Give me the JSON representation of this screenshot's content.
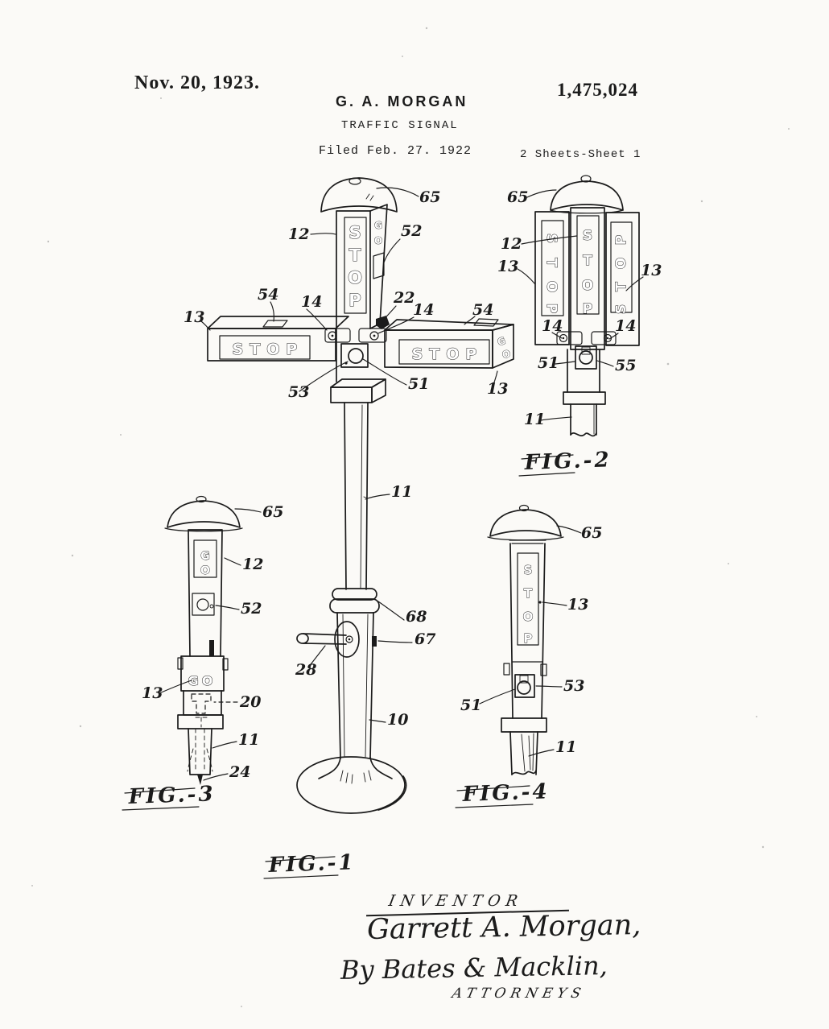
{
  "header": {
    "date": "Nov. 20, 1923.",
    "patent_number": "1,475,024",
    "inventor_name": "G. A. MORGAN",
    "invention_title": "TRAFFIC SIGNAL",
    "filed_line": "Filed Feb. 27. 1922",
    "sheet_info": "2 Sheets-Sheet 1"
  },
  "signs": {
    "stop_word": "STOP",
    "go_word": "GO",
    "stop_letters": [
      "S",
      "T",
      "O",
      "P"
    ],
    "go_letters": [
      "G",
      "O"
    ]
  },
  "figures": {
    "fig1": {
      "caption": "FIG.-1",
      "refs": {
        "r65": "65",
        "r12": "12",
        "r52": "52",
        "r54_left": "54",
        "r14_left": "14",
        "r22": "22",
        "r14_right": "14",
        "r54_right": "54",
        "r13_left": "13",
        "r13_right": "13",
        "r53": "53",
        "r51": "51",
        "r11": "11",
        "r68": "68",
        "r67": "67",
        "r28": "28",
        "r10": "10"
      }
    },
    "fig2": {
      "caption": "FIG.-2",
      "refs": {
        "r65": "65",
        "r12": "12",
        "r13_left": "13",
        "r13_right": "13",
        "r14_left": "14",
        "r14_right": "14",
        "r51": "51",
        "r55": "55",
        "r11": "11"
      }
    },
    "fig3": {
      "caption": "FIG.-3",
      "refs": {
        "r65": "65",
        "r12": "12",
        "r52": "52",
        "r13": "13",
        "r20": "20",
        "r11": "11",
        "r24": "24"
      }
    },
    "fig4": {
      "caption": "FIG.-4",
      "refs": {
        "r65": "65",
        "r13": "13",
        "r53": "53",
        "r51": "51",
        "r11": "11"
      }
    }
  },
  "signature_block": {
    "inventor_label": "INVENTOR",
    "inventor_signature": "Garrett A. Morgan,",
    "attorney_signature": "By Bates & Macklin,",
    "attorneys_label": "ATTORNEYS"
  }
}
